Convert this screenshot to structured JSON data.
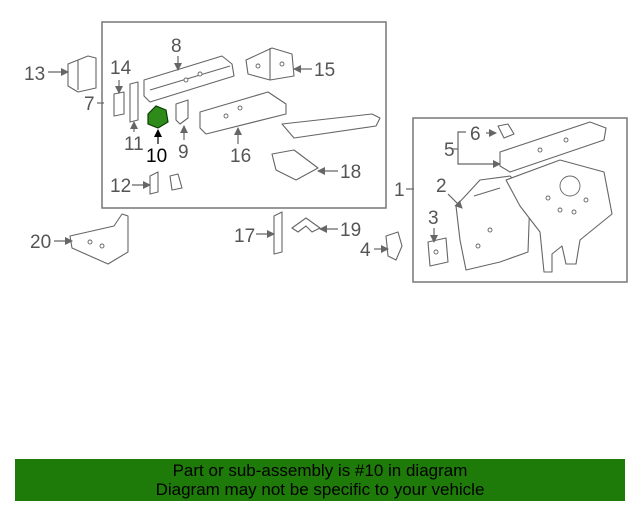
{
  "diagram": {
    "callouts": [
      "1",
      "2",
      "3",
      "4",
      "5",
      "6",
      "7",
      "8",
      "9",
      "10",
      "11",
      "12",
      "13",
      "14",
      "15",
      "16",
      "17",
      "18",
      "19",
      "20"
    ],
    "highlighted_part": "10",
    "highlight_color": "#2e8b1a",
    "arrow_icon": "arrowhead-icon"
  },
  "banner": {
    "color": "#1e7b0a",
    "line1": "Part or sub-assembly is #10 in diagram",
    "line2": "Diagram may not be specific to your vehicle"
  }
}
